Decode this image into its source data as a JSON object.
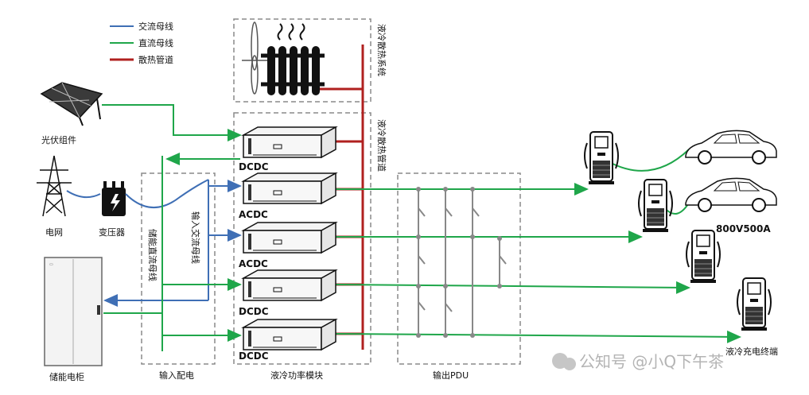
{
  "legend": {
    "ac_bus": "交流母线",
    "dc_bus": "直流母线",
    "heat_pipe": "散热管道"
  },
  "sources": {
    "pv": "光伏组件",
    "grid": "电网",
    "transformer": "变压器",
    "storage": "储能电柜"
  },
  "sections": {
    "input_distribution": "输入配电",
    "power_modules": "液冷功率模块",
    "output_pdu": "输出PDU",
    "cooling_system": "液冷散热系统",
    "cooling_pipe": "液冷散热管道",
    "storage_dc_bus": "储能直流母线",
    "input_ac_bus": "输入交流母线"
  },
  "modules": [
    "DCDC",
    "ACDC",
    "ACDC",
    "DCDC",
    "DCDC"
  ],
  "terminals": {
    "rating": "800V500A",
    "label": "液冷充电终端"
  },
  "watermark": "公知号 @小Q下午茶",
  "colors": {
    "ac": "#3f6fb5",
    "dc": "#1fa64a",
    "heat": "#b0201f",
    "dash": "#8a8a8a"
  }
}
